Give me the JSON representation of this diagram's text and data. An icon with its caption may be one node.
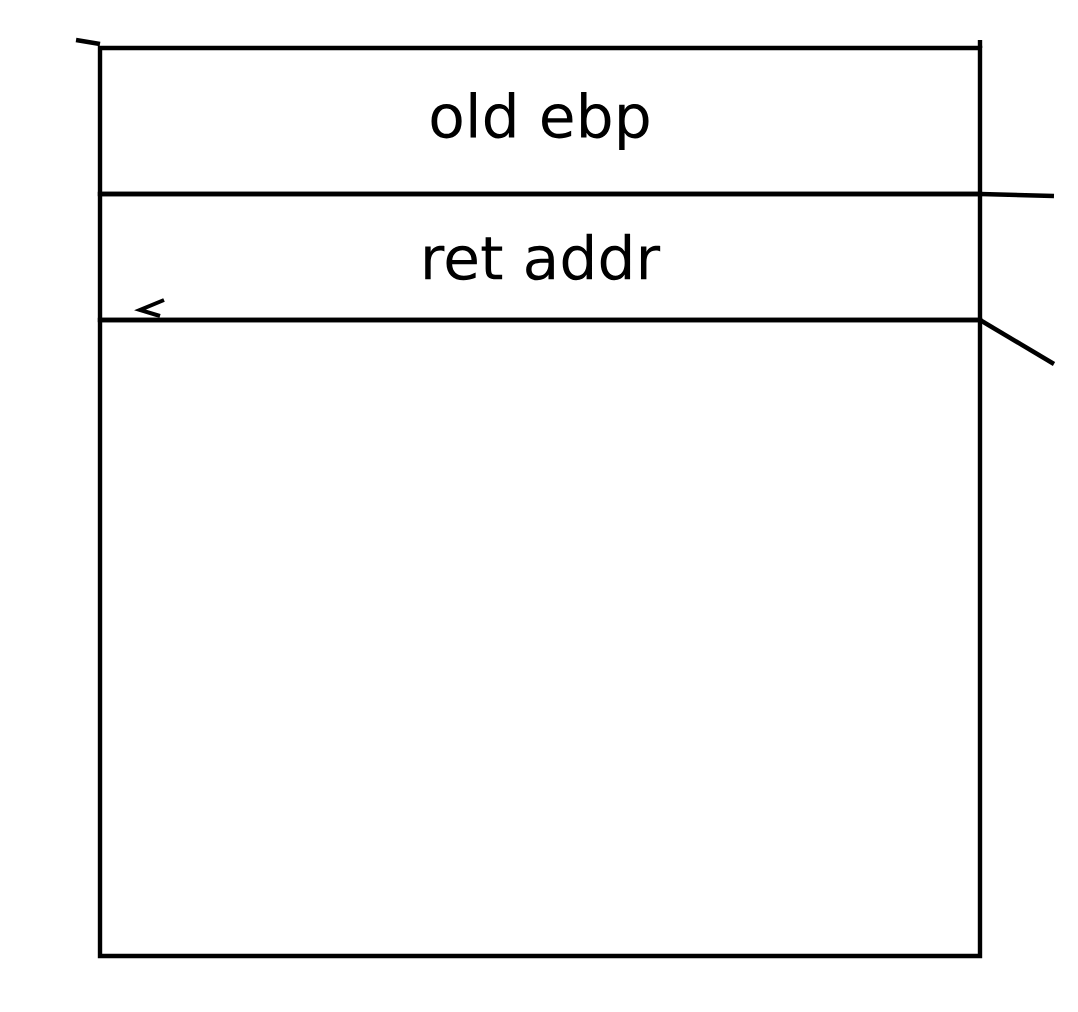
{
  "diagram": {
    "nodes": [
      {
        "text": [
          "old ebp"
        ]
      },
      {
        "text": [
          "ret addr"
        ]
      },
      {
        "text": [],
        "shape": "box"
      }
    ]
  }
}
